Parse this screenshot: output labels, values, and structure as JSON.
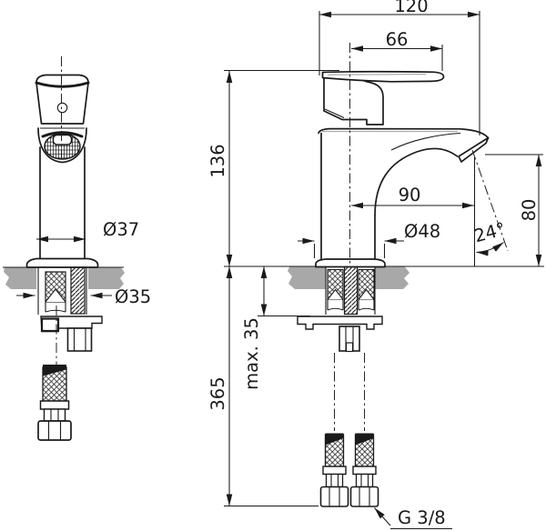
{
  "drawing": {
    "title": "Single-lever basin mixer installation drawing",
    "units": "mm",
    "colors": {
      "line": "#1a1a1a",
      "countertop": "#a8a8a8",
      "background": "#ffffff"
    },
    "views": {
      "front": "front view with mounting shank, fixing nut and supply hose",
      "side": "side view with spout geometry and twin supply hoses"
    }
  },
  "dimensions": {
    "total_projection": "120",
    "lever_length": "66",
    "body_height": "136",
    "spout_reach": "90",
    "body_diameter": "Ø37",
    "base_diameter": "Ø48",
    "hole_diameter": "Ø35",
    "stream_angle": "24°",
    "outlet_height": "80",
    "max_deck_thickness": "max. 35",
    "hose_length": "365",
    "hose_thread": "G 3/8"
  }
}
